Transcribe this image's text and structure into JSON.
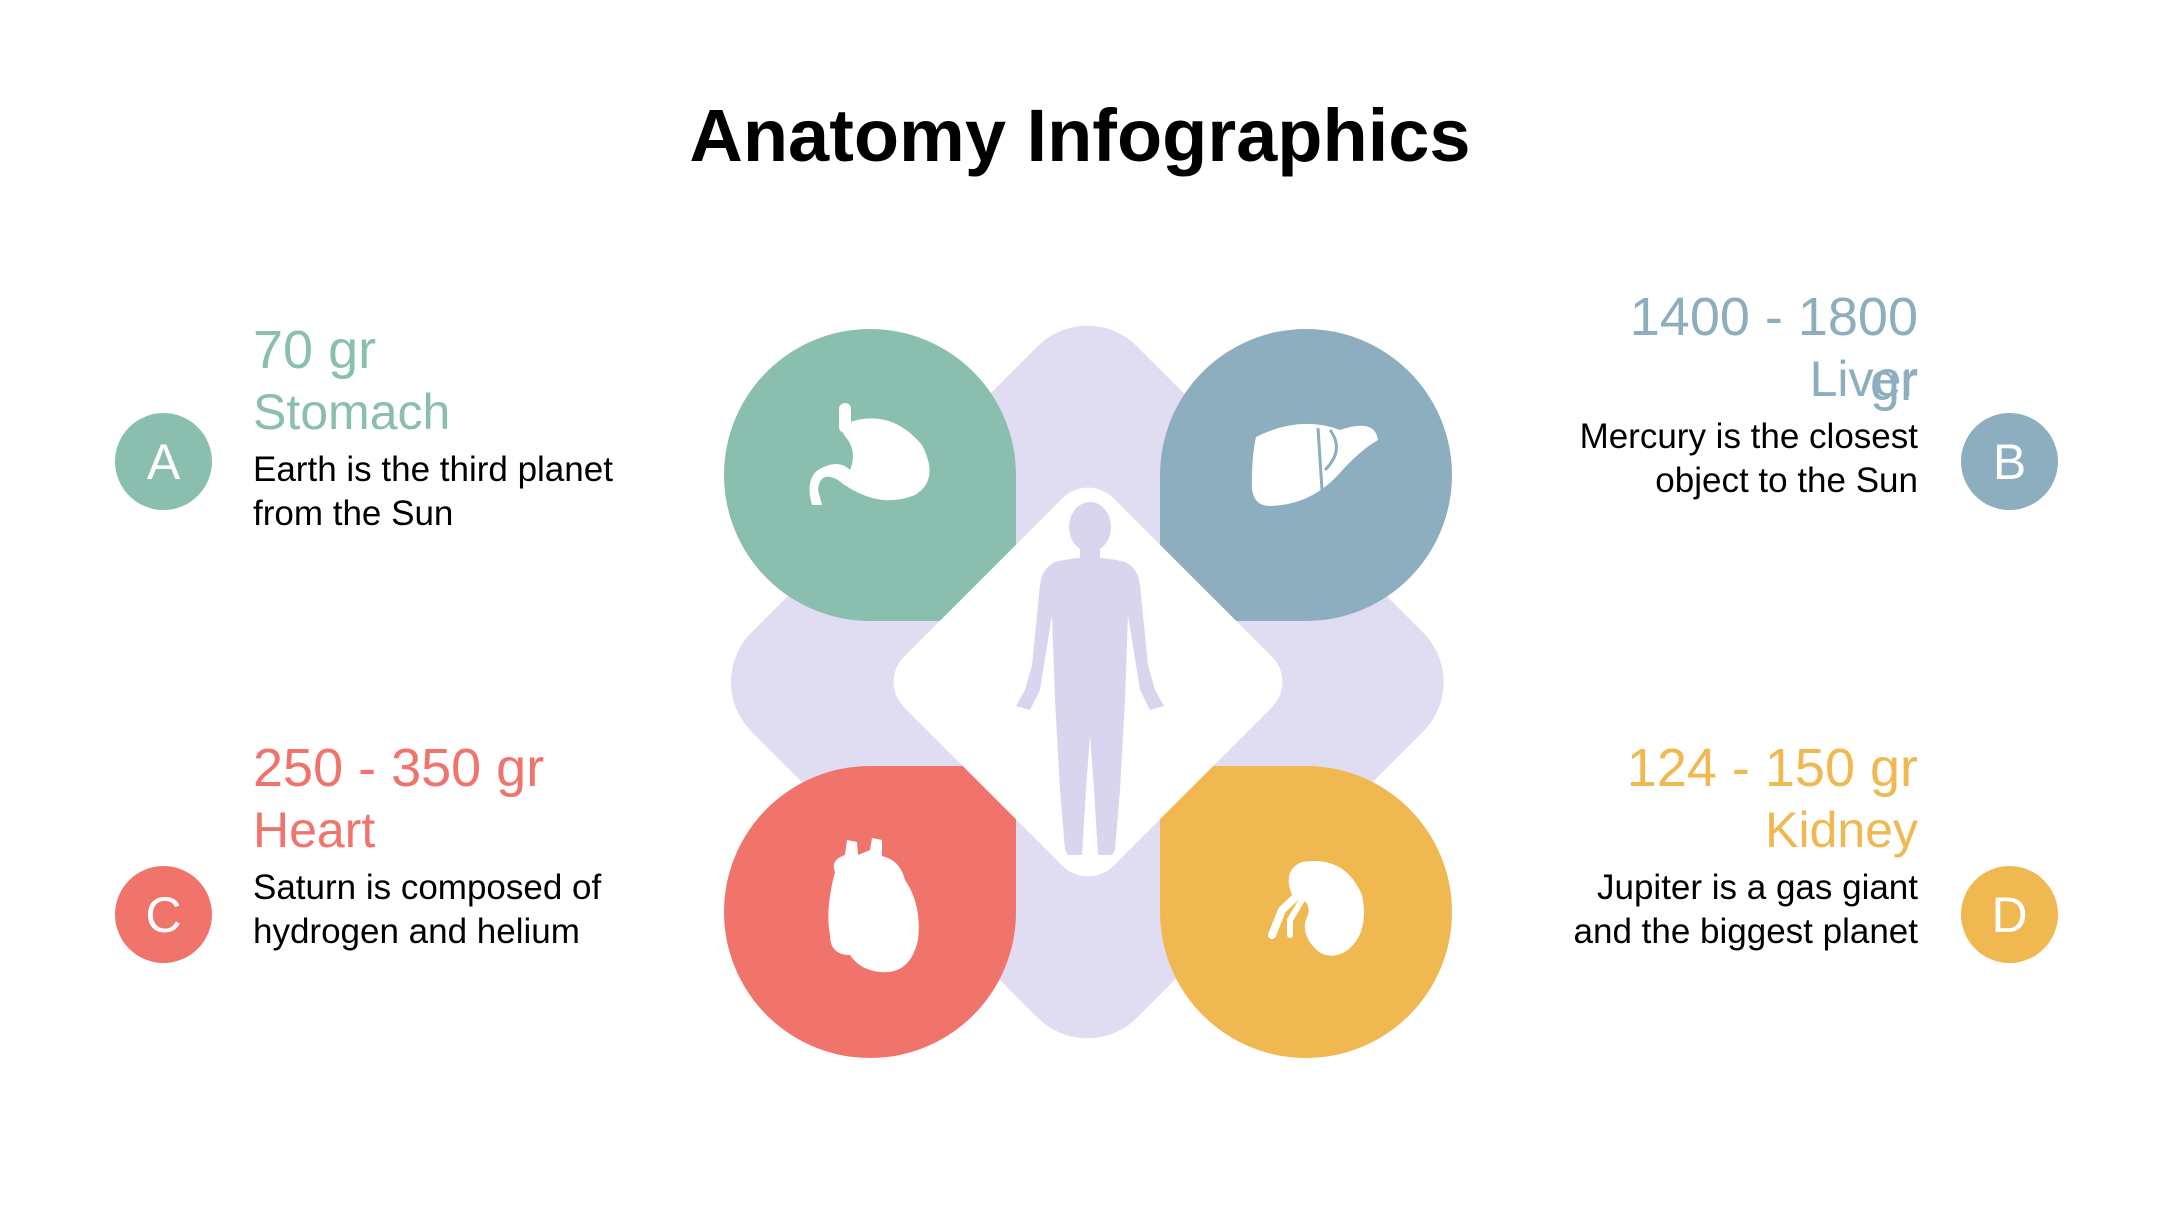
{
  "title": "Anatomy Infographics",
  "colors": {
    "green": "#8abfb0",
    "blue": "#8caebf",
    "red": "#f0746c",
    "yellow": "#f0b850",
    "lavender": "#e0ddf3"
  },
  "items": [
    {
      "letter": "A",
      "weight": "70 gr",
      "name": "Stomach",
      "desc_line1": "Earth is the third planet",
      "desc_line2": "from the Sun",
      "icon": "stomach-icon"
    },
    {
      "letter": "B",
      "weight": "1400 - 1800 gr",
      "name": "Liver",
      "desc_line1": "Mercury is the closest",
      "desc_line2": "object to the Sun",
      "icon": "liver-icon"
    },
    {
      "letter": "C",
      "weight": "250 - 350 gr",
      "name": "Heart",
      "desc_line1": "Saturn is composed of",
      "desc_line2": "hydrogen and helium",
      "icon": "heart-icon"
    },
    {
      "letter": "D",
      "weight": "124 - 150 gr",
      "name": "Kidney",
      "desc_line1": "Jupiter is a gas giant",
      "desc_line2": "and the biggest planet",
      "icon": "kidney-icon"
    }
  ]
}
